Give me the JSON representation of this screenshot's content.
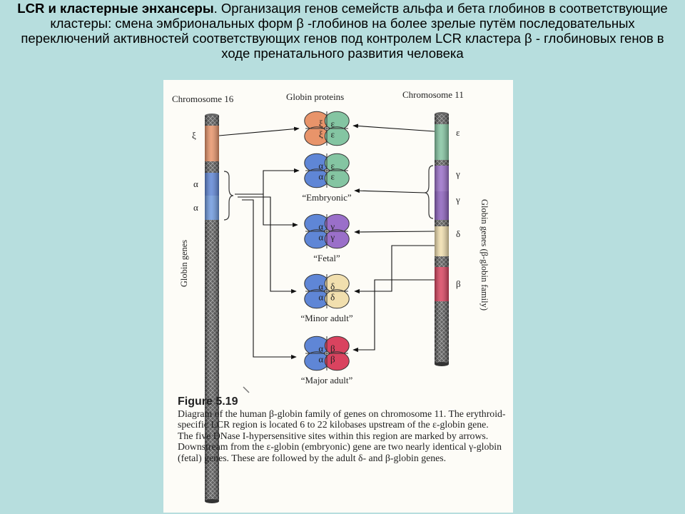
{
  "slide": {
    "title_bold": "LCR и кластерные энхансеры",
    "title_rest": ". Организация генов семейств альфа и бета глобинов в соответствующие кластеры: смена эмбриональных форм  β -глобинов на более зрелые путём последовательных переключений активностей соответствующих генов под контролем LCR кластера β - глобиновых генов в ходе пренатального развития человека"
  },
  "figure": {
    "chromosome_16_label": "Chromosome 16",
    "globin_proteins_label": "Globin proteins",
    "chromosome_11_label": "Chromosome 11",
    "left_axis_label": "Globin genes",
    "right_axis_label": "Globin genes (β-globin family)",
    "chr16_genes": {
      "zeta": "ξ",
      "alpha1": "α",
      "alpha2": "α"
    },
    "chr11_genes": {
      "epsilon": "ε",
      "gamma1": "γ",
      "gamma2": "γ",
      "delta": "δ",
      "beta": "β"
    },
    "proteins": [
      {
        "subunits": [
          "ξ",
          "ε",
          "ξ",
          "ε"
        ],
        "label": ""
      },
      {
        "subunits": [
          "α",
          "ε",
          "α",
          "ε"
        ],
        "label": "“Embryonic”"
      },
      {
        "subunits": [
          "α",
          "γ",
          "α",
          "γ"
        ],
        "label": "“Fetal”"
      },
      {
        "subunits": [
          "α",
          "δ",
          "α",
          "δ"
        ],
        "label": "“Minor adult”"
      },
      {
        "subunits": [
          "α",
          "β",
          "α",
          "β"
        ],
        "label": "“Major adult”"
      }
    ],
    "colors": {
      "zeta": "#e8946a",
      "alpha": "#5f86d6",
      "epsilon": "#84c5a2",
      "gamma": "#9a6fc9",
      "delta": "#f1dfae",
      "beta": "#d9435f"
    }
  },
  "caption": {
    "heading": "Figure 5.19",
    "text": "Diagram of the human β-globin family of genes on chromosome 11. The erythroid-specific LCR region is located 6 to 22 kilobases upstream of the ε-globin gene. The five DNase I-hypersensitive sites within this region are marked by arrows. Downstream from the ε-globin (embryonic) gene are two nearly identical γ-globin (fetal) genes. These are followed by the adult δ- and β-globin genes."
  }
}
